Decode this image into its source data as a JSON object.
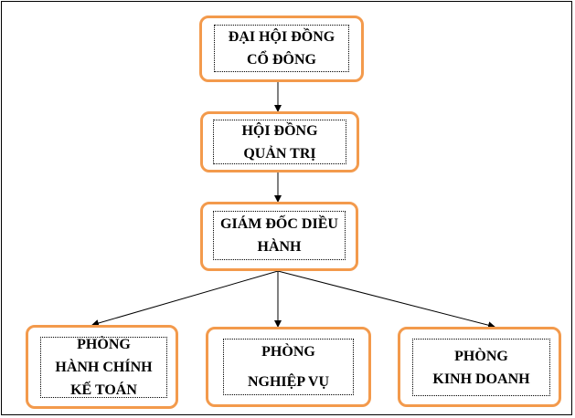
{
  "colors": {
    "box_border": "#f39a4c",
    "inner_border": "#000000",
    "arrow": "#000000"
  },
  "nodes": {
    "shareholders": {
      "lines": [
        "ĐẠI HỘI ĐỒNG",
        "CỔ ĐÔNG"
      ]
    },
    "board": {
      "lines": [
        "HỘI ĐỒNG",
        "QUẢN TRỊ"
      ]
    },
    "ceo": {
      "lines": [
        "GIÁM ĐỐC DIỀU",
        "HÀNH"
      ]
    },
    "admin": {
      "lines": [
        "PHÒNG",
        "HÀNH CHÍNH",
        "KẾ TOÁN"
      ]
    },
    "operations": {
      "lines": [
        "PHÒNG",
        "NGHIỆP VỤ"
      ]
    },
    "business": {
      "lines": [
        "PHÒNG",
        "KINH DOANH"
      ]
    }
  }
}
